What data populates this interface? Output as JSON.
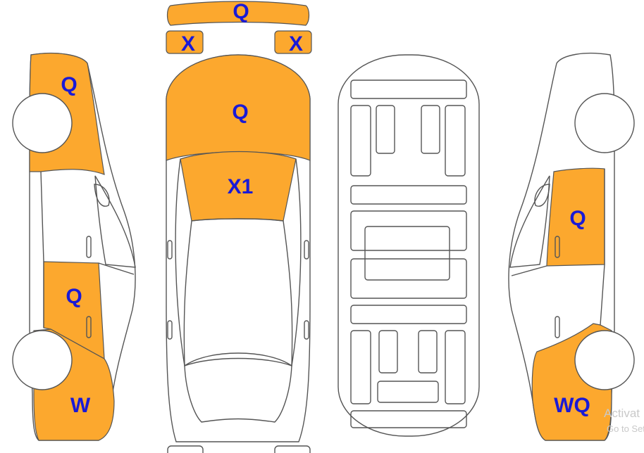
{
  "colors": {
    "damage": "#FCA82E",
    "label": "#1A1AD6",
    "outline": "#555555",
    "background": "#FFFFFF"
  },
  "labels": {
    "front_bumper": "Q",
    "left_headlight": "X",
    "right_headlight": "X",
    "hood": "Q",
    "windshield": "X1",
    "left_front_fender": "Q",
    "left_rear_door": "Q",
    "left_rear_quarter": "W",
    "right_rear_door": "Q",
    "right_rear_quarter": "WQ"
  },
  "watermark": {
    "line1": "Activat",
    "line2": "Go to Set"
  }
}
